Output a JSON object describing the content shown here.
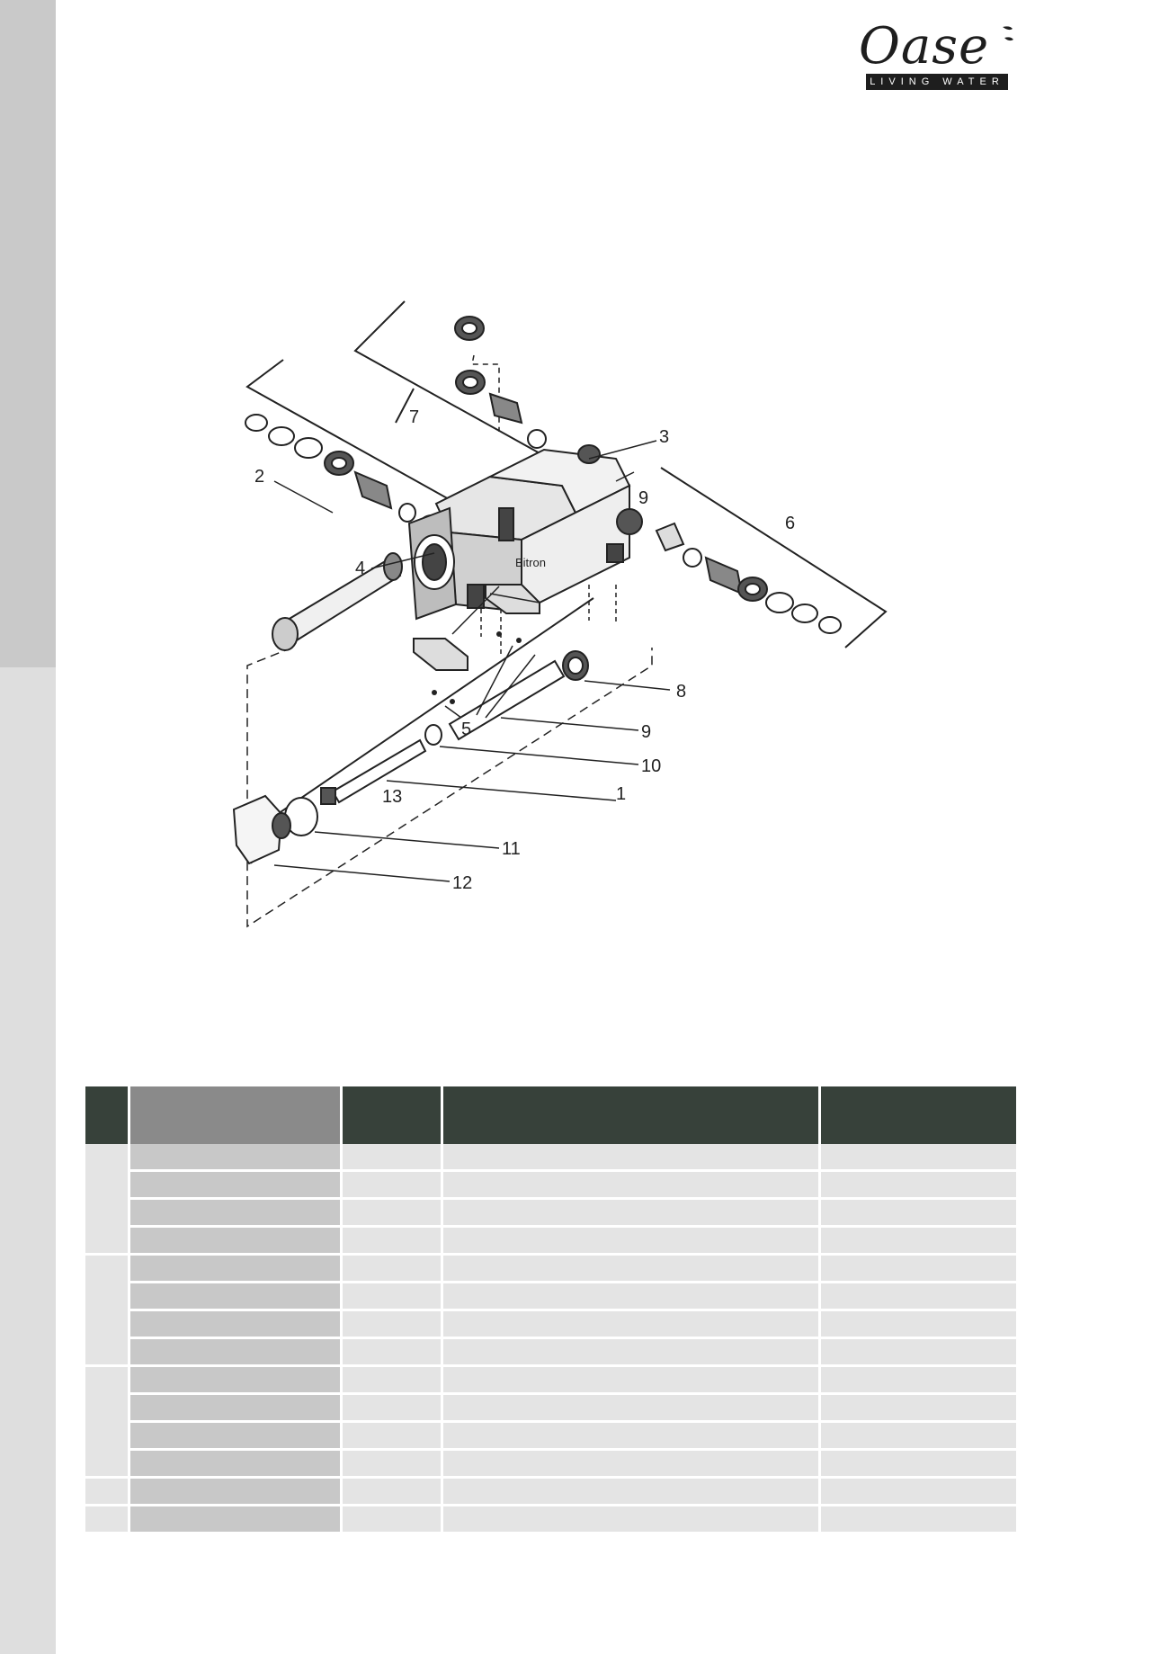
{
  "brand": {
    "name": "Oase",
    "tagline": "LIVING WATER"
  },
  "diagram": {
    "callouts": {
      "c1": "1",
      "c2": "2",
      "c3": "3",
      "c4": "4",
      "c5": "5",
      "c6": "6",
      "c7": "7",
      "c8": "8",
      "c9a": "9",
      "c9b": "9",
      "c10": "10",
      "c11": "11",
      "c12": "12",
      "c13": "13"
    },
    "housing_label": "Bitron"
  },
  "colors": {
    "header_dark": "#37413a",
    "header_grey": "#8a8a8a",
    "cell_light": "#e4e4e4",
    "cell_mid": "#c8c8c8",
    "sidebar_dark": "#c9c9c9",
    "sidebar_light": "#dedede"
  }
}
